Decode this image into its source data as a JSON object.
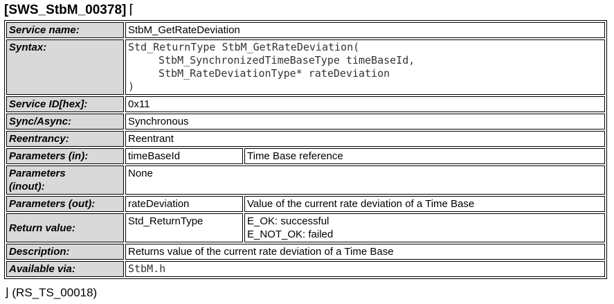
{
  "requirement": {
    "id": "[SWS_StbM_00378]",
    "open_bracket": "⌈",
    "close_bracket": "⌋",
    "trace": "(RS_TS_00018)"
  },
  "table": {
    "service_name": {
      "label": "Service name:",
      "value": "StbM_GetRateDeviation"
    },
    "syntax": {
      "label": "Syntax:",
      "lines": [
        "Std_ReturnType StbM_GetRateDeviation(",
        "StbM_SynchronizedTimeBaseType timeBaseId,",
        "StbM_RateDeviationType* rateDeviation",
        ")"
      ]
    },
    "service_id": {
      "label": "Service ID[hex]:",
      "value": "0x11"
    },
    "sync_async": {
      "label": "Sync/Async:",
      "value": "Synchronous"
    },
    "reentrancy": {
      "label": "Reentrancy:",
      "value": "Reentrant"
    },
    "params_in": {
      "label": "Parameters (in):",
      "name": "timeBaseId",
      "desc": "Time Base reference"
    },
    "params_inout": {
      "label_line1": "Parameters",
      "label_line2": "(inout):",
      "value": "None"
    },
    "params_out": {
      "label": "Parameters (out):",
      "name": "rateDeviation",
      "desc": "Value of the current rate deviation of a Time Base"
    },
    "return_value": {
      "label": "Return value:",
      "type": "Std_ReturnType",
      "desc_line1": "E_OK: successful",
      "desc_line2": "E_NOT_OK: failed"
    },
    "description": {
      "label": "Description:",
      "value": "Returns value of the current rate deviation of a Time Base"
    },
    "available_via": {
      "label": "Available via:",
      "value": "StbM.h"
    }
  }
}
